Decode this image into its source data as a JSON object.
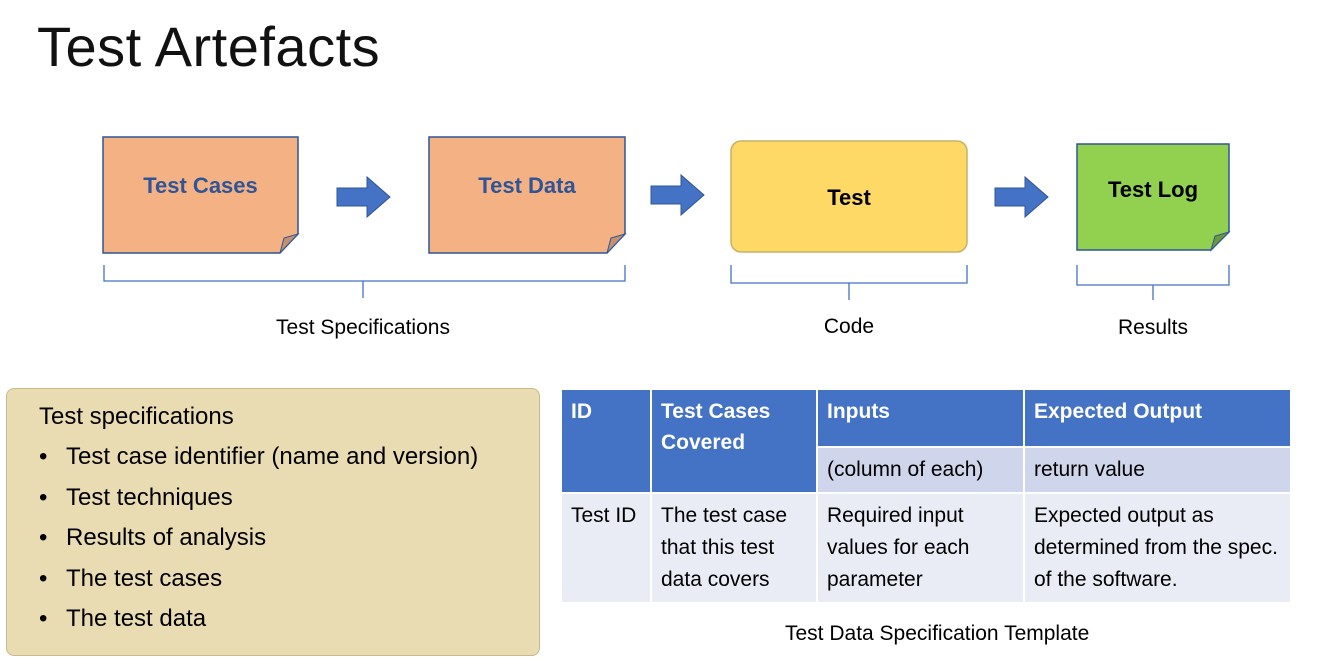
{
  "slide": {
    "title": "Test Artefacts"
  },
  "diagram": {
    "boxes": [
      {
        "label": "Test Cases",
        "color": "#f4b183"
      },
      {
        "label": "Test Data",
        "color": "#f4b183"
      },
      {
        "label": "Test",
        "color": "#ffd966"
      },
      {
        "label": "Test Log",
        "color": "#92d050"
      }
    ],
    "arrow_color": "#4472c4",
    "groups": [
      {
        "label": "Test Specifications"
      },
      {
        "label": "Code"
      },
      {
        "label": "Results"
      }
    ]
  },
  "spec_panel": {
    "heading": "Test specifications",
    "items": [
      "Test case identifier (name and version)",
      "Test techniques",
      "Results of analysis",
      "The test cases",
      "The test data"
    ]
  },
  "template_table": {
    "headers": [
      "ID",
      "Test Cases Covered",
      "Inputs",
      "Expected Output"
    ],
    "subheaders": [
      "(column of each)",
      "return value"
    ],
    "row": [
      "Test ID",
      "The test case that this test data covers",
      "Required input values for each parameter",
      "Expected output as determined from the spec. of the software."
    ],
    "caption": "Test Data Specification Template"
  }
}
